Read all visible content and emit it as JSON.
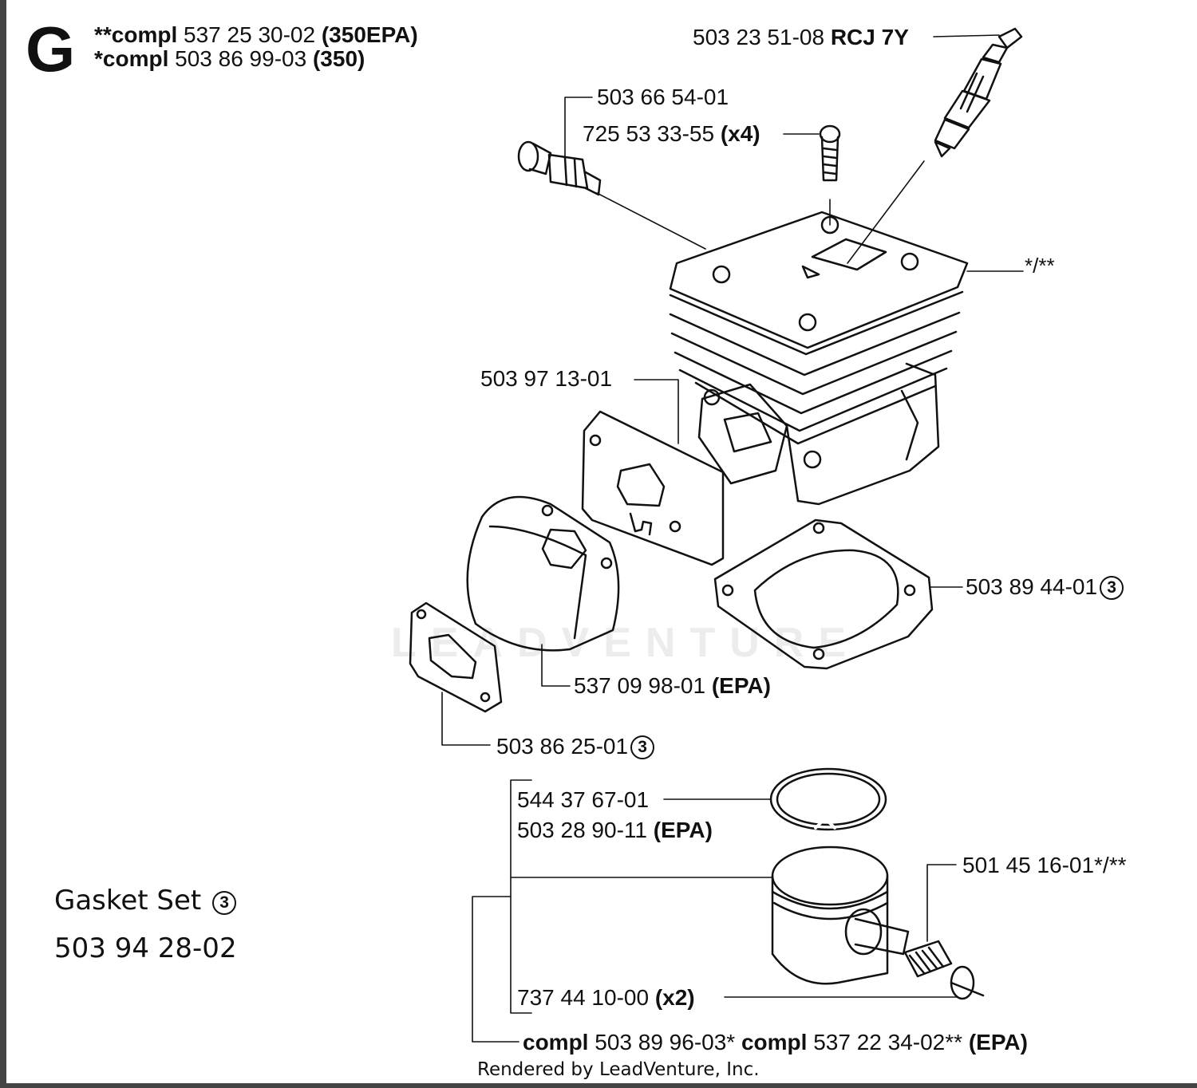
{
  "section_letter": "G",
  "header": {
    "line1": {
      "prefix": "**compl",
      "number": "537 25 30-02",
      "suffix": "(350EPA)"
    },
    "line2": {
      "prefix": "*compl",
      "number": "503 86 99-03",
      "suffix": "(350)"
    }
  },
  "callouts": {
    "spark_plug": {
      "number": "503 23 51-08",
      "suffix": "RCJ 7Y"
    },
    "decomp_valve": {
      "number": "503 66 54-01"
    },
    "screw": {
      "number": "725 53 33-55",
      "suffix": "(x4)"
    },
    "cylinder": {
      "number": "*/**"
    },
    "exhaust_gasket": {
      "number": "503 97 13-01"
    },
    "base_gasket": {
      "number": "503 89 44-01",
      "circle": "3"
    },
    "heat_shield": {
      "number": "537 09 98-01",
      "suffix": "(EPA)"
    },
    "muffler_gasket": {
      "number": "503 86 25-01",
      "circle": "3"
    },
    "piston_ring_a": {
      "number": "544 37 67-01"
    },
    "piston_ring_b": {
      "number": "503 28 90-11",
      "suffix": "(EPA)"
    },
    "needle_bearing": {
      "number": "501 45 16-01*/**"
    },
    "circlip": {
      "number": "737 44 10-00",
      "suffix": "(x2)"
    },
    "piston_compl": {
      "p1": "compl",
      "n1": "503 89 96-03*",
      "p2": "compl",
      "n2": "537 22 34-02**",
      "suffix": "(EPA)"
    }
  },
  "gasket_set": {
    "title": "Gasket Set",
    "circle": "3",
    "number": "503 94 28-02"
  },
  "watermark": "LEADVENTURE",
  "footer": "Rendered by LeadVenture, Inc.",
  "colors": {
    "ink": "#111111",
    "watermark": "#ececec",
    "border": "#444444"
  }
}
